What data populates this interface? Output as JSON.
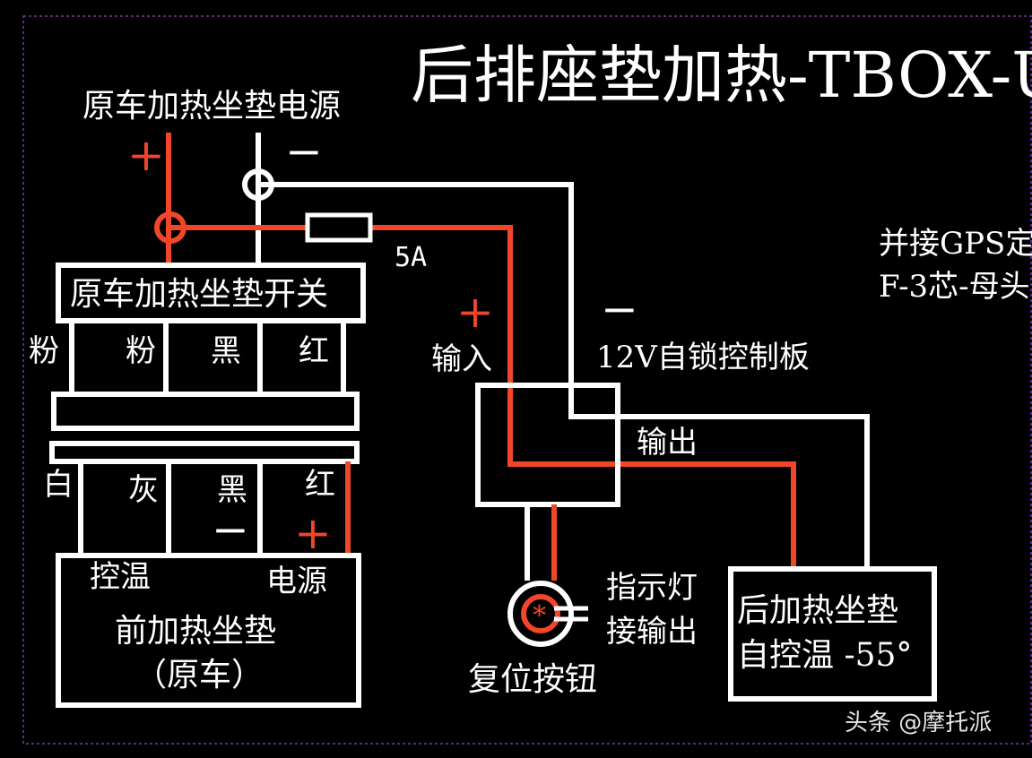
{
  "title": "后排座垫加热-TBOX-U",
  "labels": {
    "power_source": "原车加热坐垫电源",
    "switch": "原车加热坐垫开关",
    "fuse": "5A",
    "input": "输入",
    "control_board": "12V自锁控制板",
    "output": "输出",
    "side_note_line1": "并接GPS定",
    "side_note_line2": "F-3芯-母头",
    "front_seat_line1": "前加热坐垫",
    "front_seat_line2": "（原车）",
    "temp_ctrl": "控温",
    "power": "电源",
    "rear_seat_line1": "后加热坐垫",
    "rear_seat_line2": "自控温 -55°",
    "indicator_line1": "指示灯",
    "indicator_line2": "接输出",
    "reset_button": "复位按钮",
    "plus": "+",
    "minus": "−"
  },
  "switch_wires": [
    "粉",
    "粉",
    "黑",
    "红"
  ],
  "seat_wires": [
    "白",
    "灰",
    "黑",
    "红"
  ],
  "watermark": "头条 @摩托派",
  "colors": {
    "background": "#000000",
    "white_wire": "#ffffff",
    "red_wire": "#f2462a",
    "border": "#7a3ca0"
  }
}
